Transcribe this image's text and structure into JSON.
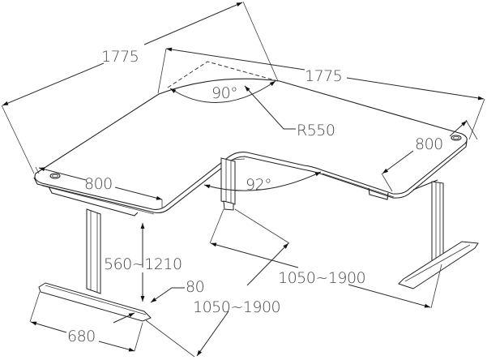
{
  "diagram": {
    "subject": "L-shaped electric standing desk dimensions",
    "colors": {
      "line": "#222222",
      "text": "#4a4a4a",
      "background": "#ffffff"
    },
    "dimensions": {
      "left_length": "1775",
      "right_length": "1775",
      "left_depth": "800",
      "right_depth": "800",
      "corner_angle": "90°",
      "inner_angle": "92°",
      "corner_radius": "R550",
      "height_range": "560~1210",
      "foot_height": "80",
      "foot_length": "680",
      "frame_left_width": "1050~1900",
      "frame_right_width": "1050~1900"
    }
  }
}
